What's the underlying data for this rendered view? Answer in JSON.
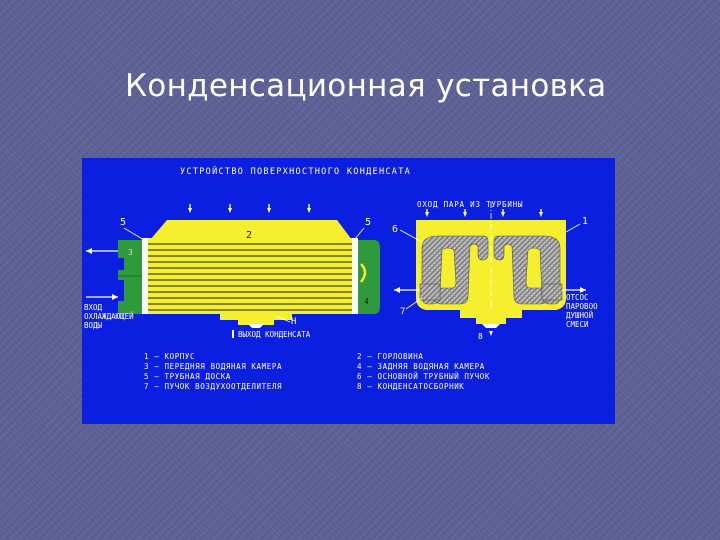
{
  "slide": {
    "title": "Конденсационная установка"
  },
  "diagram": {
    "caption": "УСТРОЙСТВО ПОВЕРХНОСТНОГО КОНДЕНСАТА",
    "steam_inlet": "ОХОД ПАРА ИЗ ТУРБИНЫ",
    "water_inlet": [
      "ВХОД",
      "ОХЛАЖДАЮЩЕЙ",
      "ВОДЫ"
    ],
    "condensate_outlet": "ВЫХОД КОНДЕНСАТА",
    "air_exhaust": [
      "ОТСОС",
      "ПАРОВОО",
      "ДУШНОЙ",
      "СМЕСИ"
    ],
    "callouts": {
      "n1": "1",
      "n2": "2",
      "n3": "3",
      "n4": "4",
      "n5a": "5",
      "n5b": "5",
      "n6": "6",
      "n7": "7",
      "n8": "8",
      "nH": "Н"
    },
    "legend_left": [
      "1 — КОРПУС",
      "3 — ПЕРЕДНЯЯ ВОДЯНАЯ КАМЕРА",
      "5 — ТРУБНАЯ ДОСКА",
      "7 — ПУЧОК ВОЗДУХООТДЕЛИТЕЛЯ"
    ],
    "legend_right": [
      "2 — ГОРЛОВИНА",
      "4 — ЗАДНЯЯ ВОДЯНАЯ КАМЕРА",
      "6 — ОСНОВНОЙ ТРУБНЫЙ ПУЧОК",
      "8 — КОНДЕНСАТОСБОРНИК"
    ],
    "colors": {
      "background": "#0a1fe0",
      "shell": "#f5ef2e",
      "water_chamber": "#2e9a3c",
      "tube_bundle": "#b8b8b8",
      "tube_hatch": "#777777",
      "text": "#ffffff"
    }
  }
}
